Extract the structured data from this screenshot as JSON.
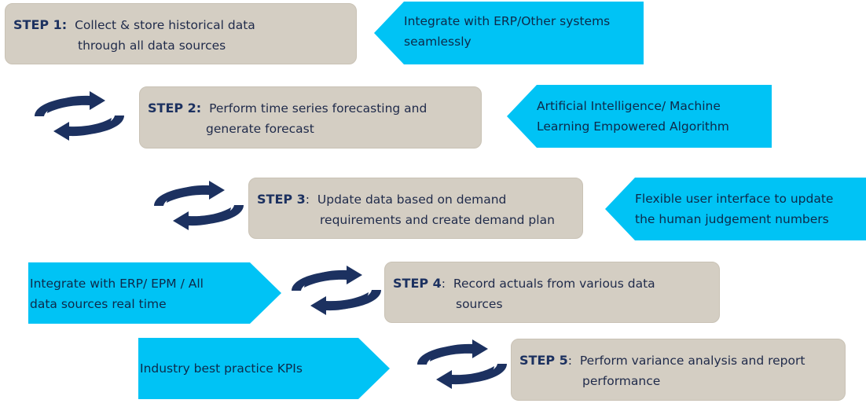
{
  "steps": [
    {
      "label": "STEP 1:",
      "line1": "Collect & store historical data",
      "line2": "through all data sources"
    },
    {
      "label": "STEP 2:",
      "line1": "Perform time series forecasting and",
      "line2": "generate forecast"
    },
    {
      "label": "STEP 3",
      "sep": ":",
      "line1": "Update data based on demand",
      "line2": "requirements and create demand plan"
    },
    {
      "label": "STEP 4",
      "sep": ":",
      "line1": "Record actuals from various data",
      "line2": "sources"
    },
    {
      "label": "STEP 5",
      "sep": ":",
      "line1": "Perform variance analysis and report",
      "line2": "performance"
    }
  ],
  "callouts": [
    {
      "line1": "Integrate with ERP/Other systems",
      "line2": "seamlessly"
    },
    {
      "line1": "Artificial Intelligence/ Machine",
      "line2": "Learning Empowered Algorithm"
    },
    {
      "line1": "Flexible user interface to update",
      "line2": "the human judgement numbers"
    },
    {
      "line1": "Integrate with ERP/ EPM / All",
      "line2": "data sources  real time"
    },
    {
      "line1": "Industry best practice KPIs"
    }
  ],
  "icons": [
    "cycle-arrows-icon"
  ],
  "colors": {
    "step_box": "#d4cec3",
    "callout": "#00c3f5",
    "cycle_arrow": "#1c3160",
    "step_label": "#1c3160"
  }
}
